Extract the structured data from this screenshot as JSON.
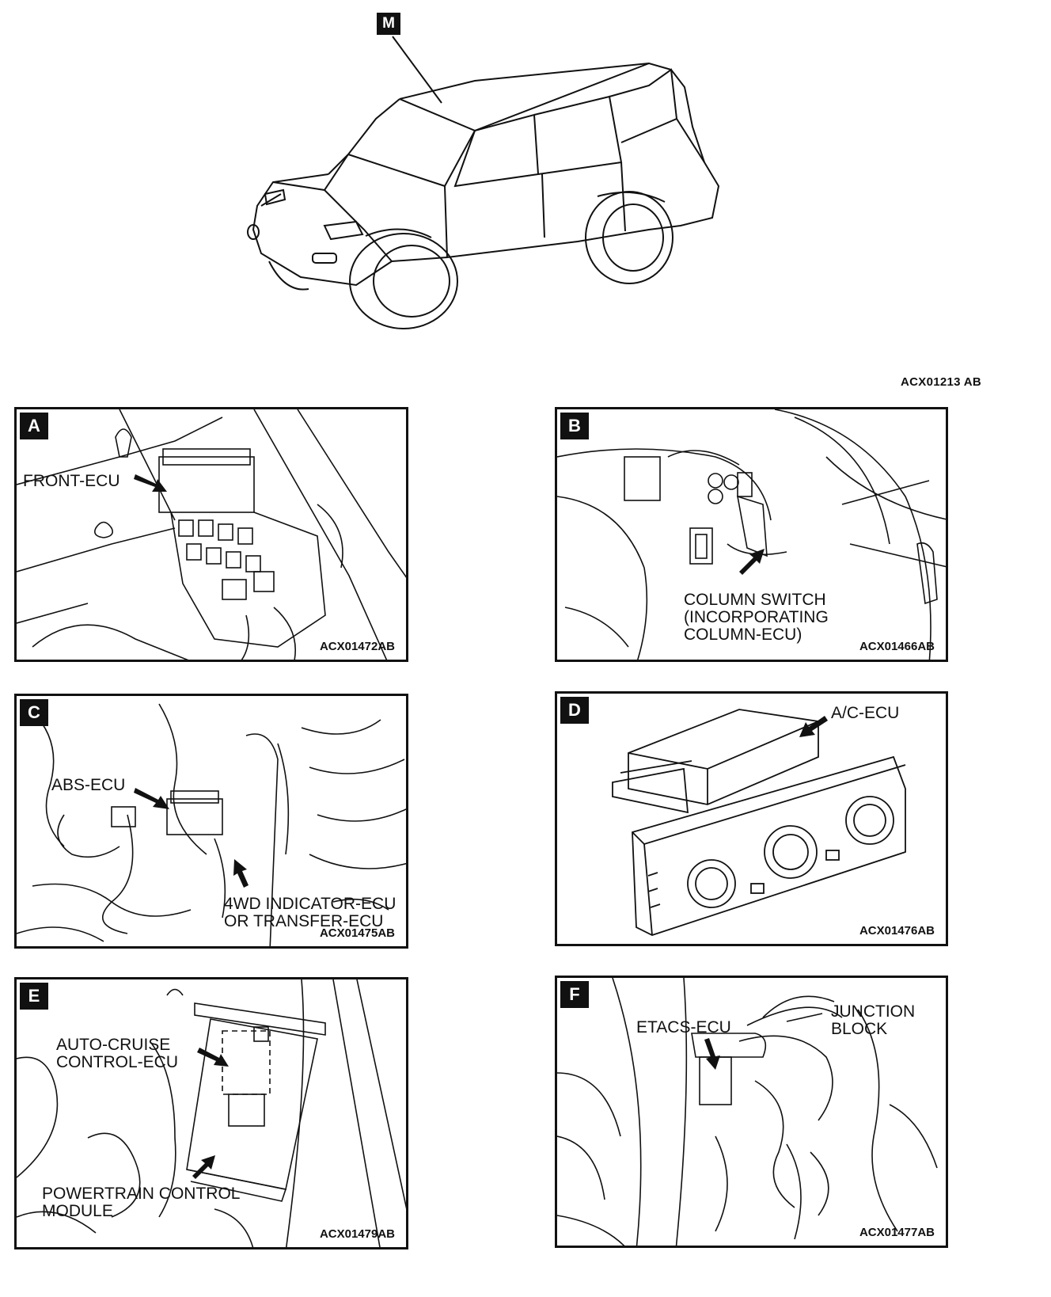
{
  "overview": {
    "marker": "M",
    "code": "ACX01213 AB"
  },
  "panels": [
    {
      "letter": "A",
      "code": "ACX01472AB",
      "labels": [
        "FRONT-ECU"
      ]
    },
    {
      "letter": "B",
      "code": "ACX01466AB",
      "labels": [
        "COLUMN SWITCH",
        "(INCORPORATING",
        "COLUMN-ECU)"
      ]
    },
    {
      "letter": "C",
      "code": "ACX01475AB",
      "labels": [
        "ABS-ECU",
        "4WD INDICATOR-ECU",
        "OR TRANSFER-ECU"
      ]
    },
    {
      "letter": "D",
      "code": "ACX01476AB",
      "labels": [
        "A/C-ECU"
      ]
    },
    {
      "letter": "E",
      "code": "ACX01479AB",
      "labels": [
        "AUTO-CRUISE",
        "CONTROL-ECU",
        "POWERTRAIN CONTROL",
        "MODULE"
      ]
    },
    {
      "letter": "F",
      "code": "ACX01477AB",
      "labels": [
        "ETACS-ECU",
        "JUNCTION",
        "BLOCK"
      ]
    }
  ]
}
